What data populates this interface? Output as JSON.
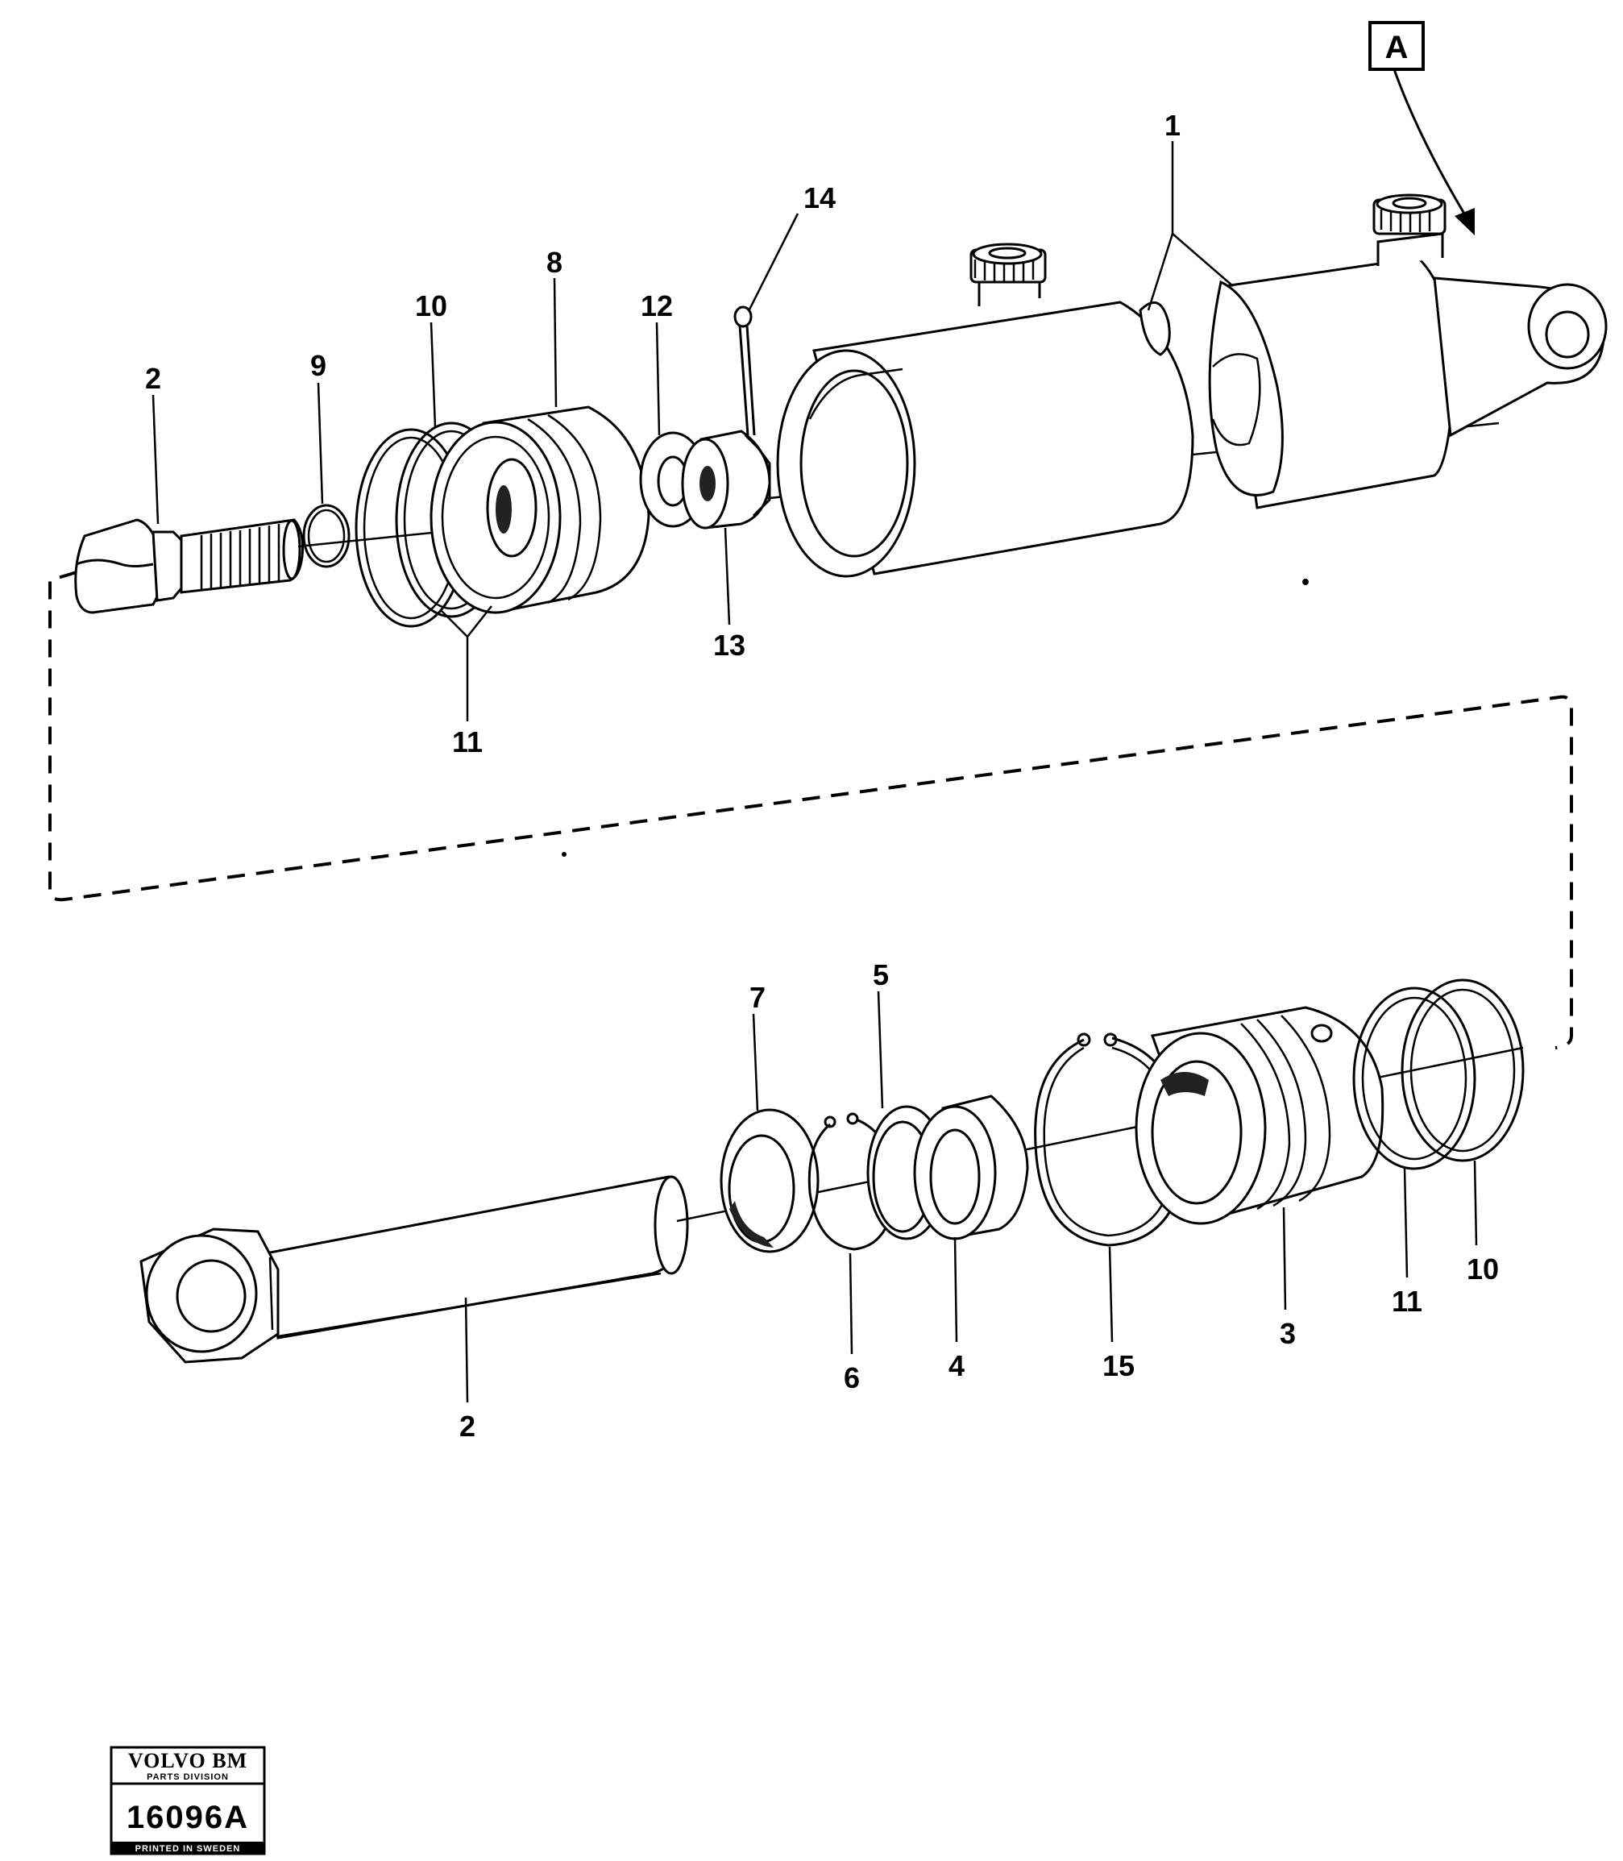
{
  "callouts": {
    "box_label": "A",
    "top": {
      "c1": "1",
      "c2": "2",
      "c8": "8",
      "c9": "9",
      "c10": "10",
      "c11": "11",
      "c12": "12",
      "c13": "13",
      "c14": "14"
    },
    "bottom": {
      "c2": "2",
      "c3": "3",
      "c4": "4",
      "c5": "5",
      "c6": "6",
      "c7": "7",
      "c10": "10",
      "c11": "11",
      "c15": "15"
    }
  },
  "stamp": {
    "brand": "VOLVO BM",
    "division": "PARTS DIVISION",
    "number": "16096A",
    "footer": "PRINTED IN SWEDEN"
  }
}
